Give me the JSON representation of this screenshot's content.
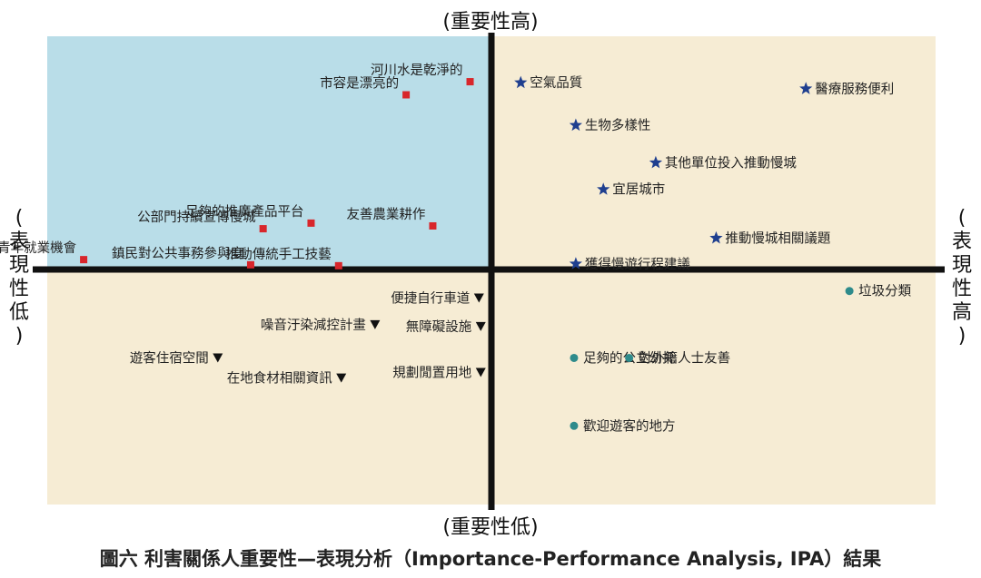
{
  "axis_labels": {
    "top": "(重要性高)",
    "bottom": "(重要性低)",
    "left": [
      "(",
      "表",
      "現",
      "性",
      "低",
      ")"
    ],
    "right": [
      "(",
      "表",
      "現",
      "性",
      "高",
      ")"
    ]
  },
  "caption": "圖六 利害關係人重要性—表現分析（Importance-Performance Analysis, IPA）結果",
  "colors": {
    "quadrant_top_left": "#b9dde8",
    "quadrant_other": "#f6ecd4",
    "axis": "#111111",
    "square_marker": "#d8262b",
    "star_marker": "#1f3f8f",
    "triangle_marker": "#111111",
    "circle_marker": "#2e8b8b"
  },
  "chart_data": {
    "type": "scatter",
    "x_axis": "performance",
    "y_axis": "importance",
    "xlim": [
      0,
      100
    ],
    "ylim": [
      0,
      100
    ],
    "center": [
      50,
      50
    ],
    "series": [
      {
        "marker": "square",
        "points": [
          {
            "label": "河川水是乾淨的",
            "x": 47.6,
            "y": 90.3
          },
          {
            "label": "市容是漂亮的",
            "x": 40.4,
            "y": 87.5
          },
          {
            "label": "足夠的推廣產品平台",
            "x": 29.7,
            "y": 60.1
          },
          {
            "label": "友善農業耕作",
            "x": 43.4,
            "y": 59.5
          },
          {
            "label": "公部門持續宣傳慢城",
            "x": 24.3,
            "y": 58.9
          },
          {
            "label": "青年就業機會",
            "x": 4.1,
            "y": 52.3
          },
          {
            "label": "鎮民對公共事務參與度",
            "x": 22.9,
            "y": 51.2
          },
          {
            "label": "推動傳統手工技藝",
            "x": 32.8,
            "y": 51.0
          }
        ]
      },
      {
        "marker": "star",
        "points": [
          {
            "label": "空氣品質",
            "x": 53.3,
            "y": 90.1
          },
          {
            "label": "醫療服務便利",
            "x": 85.4,
            "y": 88.8
          },
          {
            "label": "生物多樣性",
            "x": 59.5,
            "y": 81.0
          },
          {
            "label": "其他單位投入推動慢城",
            "x": 68.5,
            "y": 73.0
          },
          {
            "label": "宜居城市",
            "x": 62.6,
            "y": 67.3
          },
          {
            "label": "推動慢城相關議題",
            "x": 75.3,
            "y": 56.9
          },
          {
            "label": "獲得慢遊行程建議",
            "x": 59.5,
            "y": 51.4
          }
        ]
      },
      {
        "marker": "triangle",
        "points": [
          {
            "label": "便捷自行車道",
            "x": 48.6,
            "y": 44.1
          },
          {
            "label": "噪音汙染減控計畫",
            "x": 36.9,
            "y": 38.4
          },
          {
            "label": "無障礙設施",
            "x": 48.8,
            "y": 38.0
          },
          {
            "label": "遊客住宿空間",
            "x": 19.2,
            "y": 31.3
          },
          {
            "label": "在地食材相關資訊",
            "x": 33.1,
            "y": 27.0
          },
          {
            "label": "規劃閒置用地",
            "x": 48.8,
            "y": 28.2
          }
        ]
      },
      {
        "marker": "circle",
        "points": [
          {
            "label": "垃圾分類",
            "x": 90.3,
            "y": 45.6
          },
          {
            "label": "足夠的公立幼托",
            "x": 59.3,
            "y": 31.3
          },
          {
            "label": "對外籍人士友善",
            "x": 65.5,
            "y": 31.3
          },
          {
            "label": "歡迎遊客的地方",
            "x": 59.3,
            "y": 16.8
          }
        ]
      }
    ]
  }
}
